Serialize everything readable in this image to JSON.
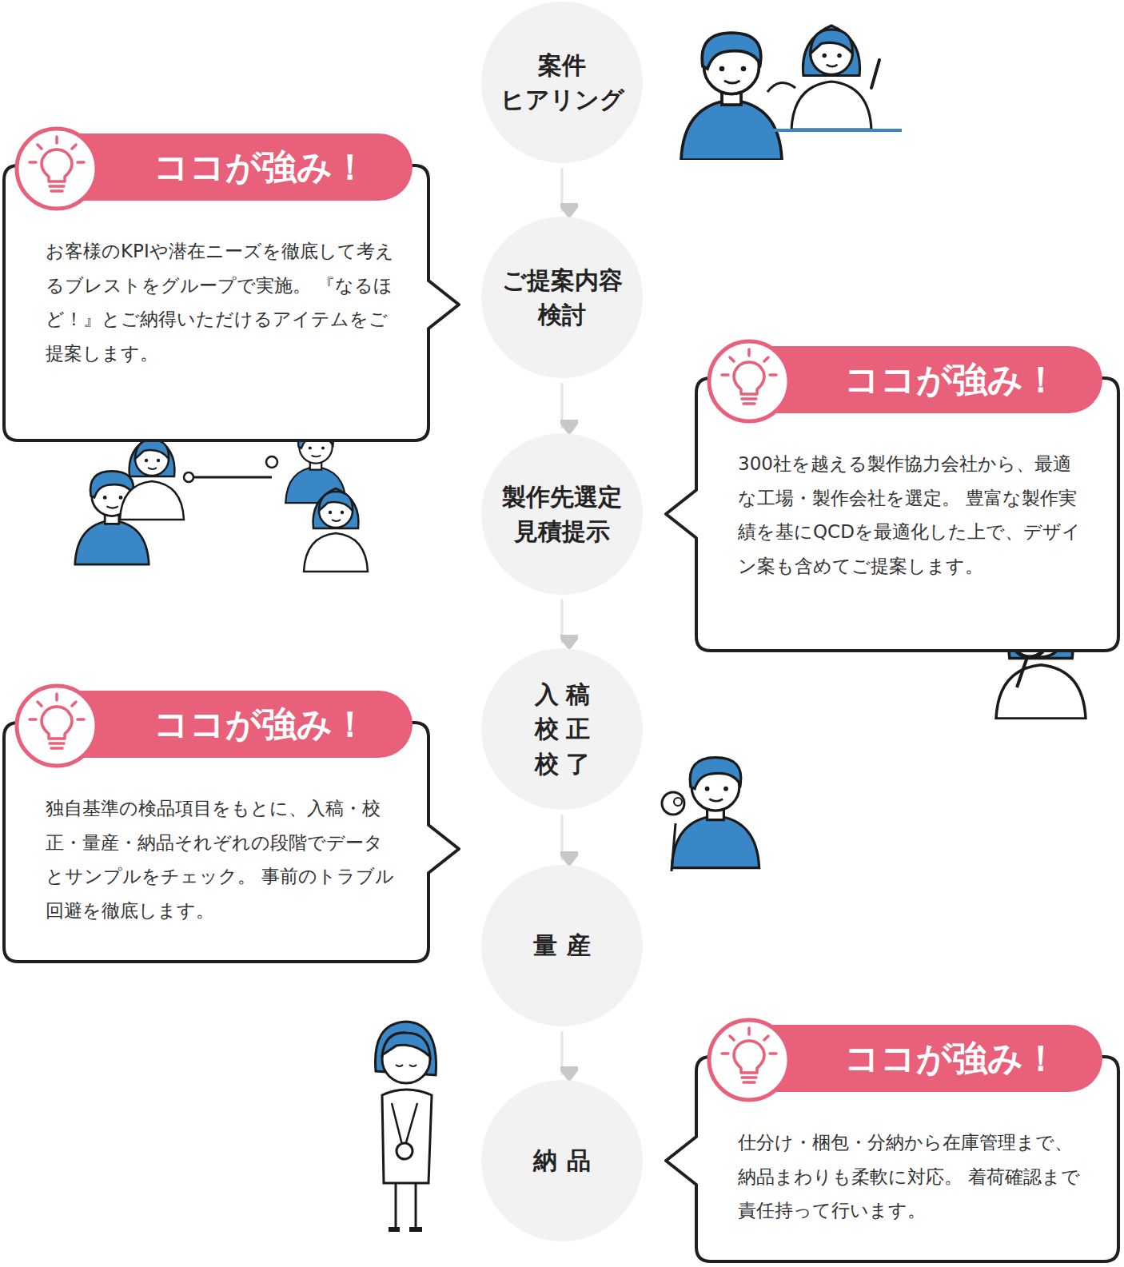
{
  "diagram": {
    "nodes": [
      {
        "text": [
          "案件 ヒアリング"
        ]
      },
      {
        "text": [
          "ココが強み！",
          "お客様のKPIや潜在ニーズを徹底して考えるブレストをグループで実施。 『なるほど！』とご納得いただけるアイテムをご提案します。"
        ]
      },
      {
        "text": [
          "ご提案内容 検討"
        ]
      },
      {
        "text": [
          "ココが強み！",
          "300社を越える製作協力会社から、最適な工場・製作会社を選定。 豊富な製作実績を基にQCDを最適化した上で、デザイン案も含めてご提案します。"
        ]
      },
      {
        "text": [
          "製作先選定 見積提示"
        ]
      },
      {
        "text": [
          "入稿 校正 校了"
        ]
      },
      {
        "text": [
          "ココが強み！",
          "独自基準の検品項目をもとに、入稿・校正・量産・納品それぞれの段階でデータとサンプルをチェック。 事前のトラブル回避を徹底します。"
        ]
      },
      {
        "text": [
          "量産"
        ]
      },
      {
        "text": [
          "納品"
        ]
      },
      {
        "text": [
          "ココが強み！",
          "仕分け・梱包・分納から在庫管理まで、納品まわりも柔軟に対応。 着荷確認まで責任持って行います。"
        ]
      }
    ],
    "edges": [
      {
        "from": 0,
        "to": 2,
        "arrow": "to"
      },
      {
        "from": 2,
        "to": 4,
        "arrow": "to"
      },
      {
        "from": 4,
        "to": 5,
        "arrow": "to"
      },
      {
        "from": 5,
        "to": 7,
        "arrow": "to"
      },
      {
        "from": 7,
        "to": 8,
        "arrow": "to"
      }
    ]
  }
}
